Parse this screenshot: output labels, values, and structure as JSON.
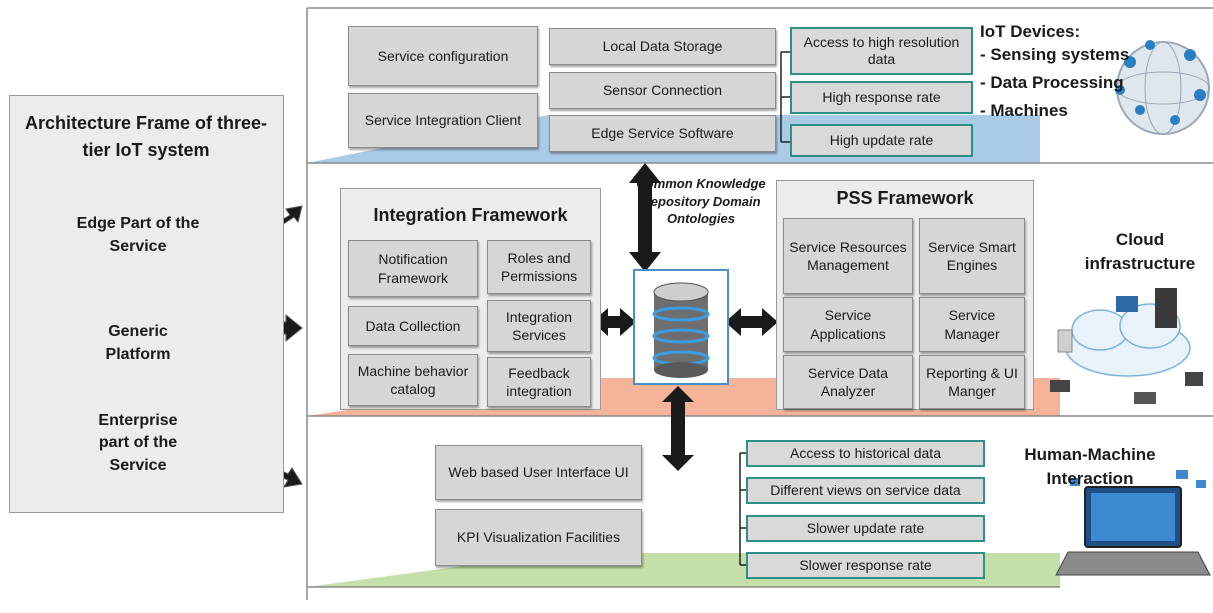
{
  "left_panel": {
    "title": "Architecture Frame of three-tier IoT system",
    "edge": "Edge Part of the Service",
    "platform": "Generic Platform",
    "enterprise": "Enterprise part of the Service"
  },
  "edge_tier": {
    "left_boxes": [
      "Service configuration",
      "Service Integration Client"
    ],
    "middle_boxes": [
      "Local Data Storage",
      "Sensor Connection",
      "Edge Service Software"
    ],
    "right_boxes": [
      "Access to high resolution data",
      "High response rate",
      "High update rate"
    ],
    "iot_title": "IoT Devices:",
    "iot_items": [
      "- Sensing systems",
      "- Data Processing",
      "- Machines"
    ]
  },
  "platform_tier": {
    "integration_title": "Integration Framework",
    "integration_left": [
      "Notification Framework",
      "Data Collection",
      "Machine behavior catalog"
    ],
    "integration_right": [
      "Roles and Permissions",
      "Integration Services",
      "Feedback integration"
    ],
    "repository_label": "Common Knowledge Repository Domain Ontologies",
    "pss_title": "PSS Framework",
    "pss_left": [
      "Service Resources Management",
      "Service Applications",
      "Service Data Analyzer"
    ],
    "pss_right": [
      "Service Smart Engines",
      "Service Manager",
      "Reporting & UI Manger"
    ],
    "cloud_label": "Cloud infrastructure"
  },
  "enterprise_tier": {
    "left_boxes": [
      "Web based User Interface UI",
      "KPI Visualization Facilities"
    ],
    "right_boxes": [
      "Access to historical data",
      "Different views on service data",
      "Slower update rate",
      "Slower response rate"
    ],
    "hmi_label": "Human-Machine Interaction"
  },
  "colors": {
    "edge_blue": "#a9cbe6",
    "platform_salmon": "#f5b49a",
    "enterprise_green": "#c5dfa8",
    "teal_border": "#2f8f86"
  }
}
